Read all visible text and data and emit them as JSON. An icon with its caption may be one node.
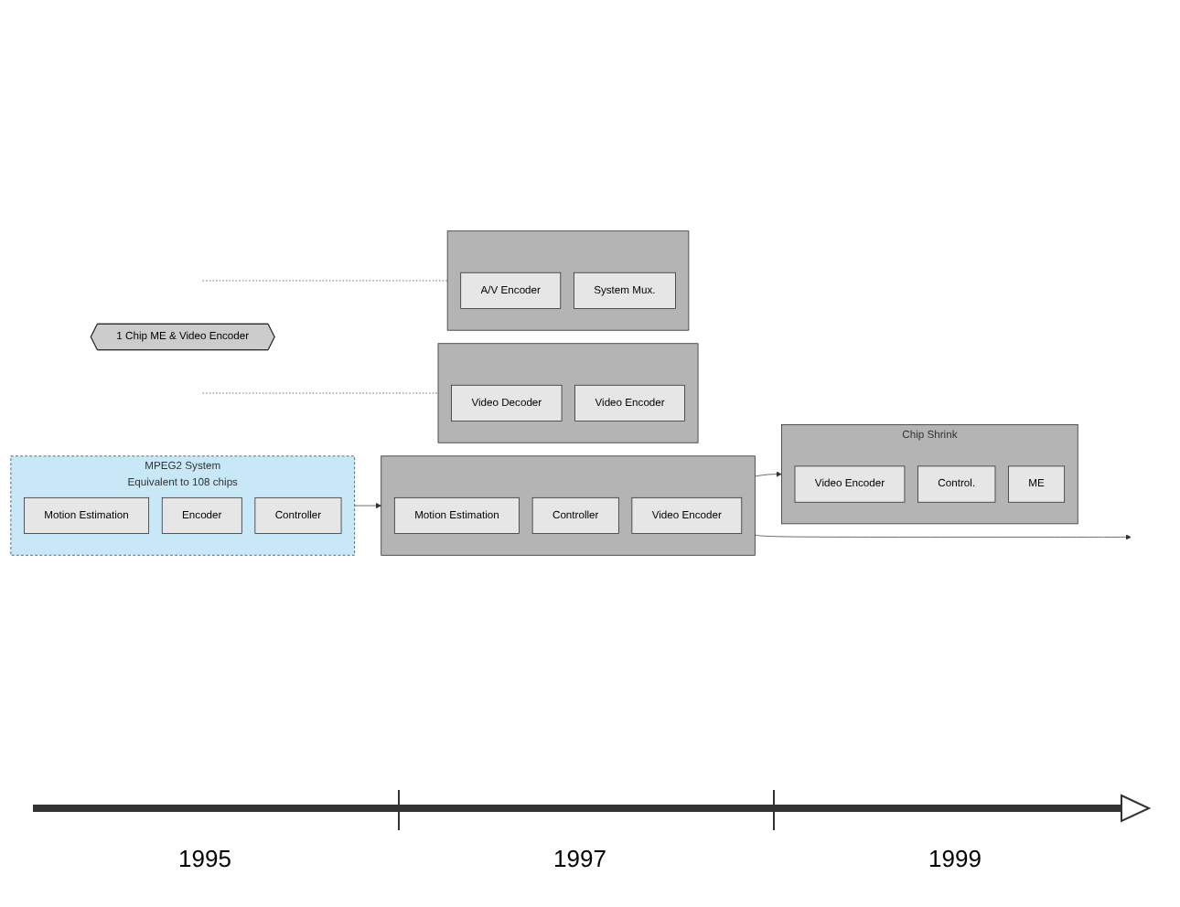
{
  "diagram": {
    "nodes": [
      {
        "text": [
          "MPEG2 System",
          "Equivalent to 108 chips"
        ]
      },
      {
        "text": [
          "Motion Estimation"
        ],
        "in": 0
      },
      {
        "text": [
          "Encoder"
        ],
        "in": 0
      },
      {
        "text": [
          "Controller"
        ],
        "in": 0
      },
      {
        "text": [
          "1 Chip ME & Video Encoder"
        ]
      },
      {
        "text": [],
        "shape": "box"
      },
      {
        "text": [
          "Motion Estimation"
        ],
        "in": 5
      },
      {
        "text": [
          "Controller"
        ],
        "in": 5
      },
      {
        "text": [
          "Video Encoder"
        ],
        "in": 5
      },
      {
        "text": [
          "Chip Shrink"
        ]
      },
      {
        "text": [
          "Video Encoder"
        ],
        "in": 9
      },
      {
        "text": [
          "Control."
        ],
        "in": 9
      },
      {
        "text": [
          "ME"
        ],
        "in": 9
      },
      {
        "text": [],
        "shape": "box"
      },
      {
        "text": [
          "Video Decoder"
        ],
        "in": 13
      },
      {
        "text": [
          "Video Encoder"
        ],
        "in": 13
      },
      {
        "text": [],
        "shape": "box"
      },
      {
        "text": [
          "A/V Encoder"
        ],
        "in": 16
      },
      {
        "text": [
          "System Mux."
        ],
        "in": 16
      }
    ],
    "edges": [
      {
        "from": 0,
        "to": 5,
        "arrow": "to"
      },
      {
        "from": 5,
        "to": 9,
        "arrow": "to"
      },
      {
        "from": 5,
        "to": null,
        "arrow": "to"
      },
      {
        "from": null,
        "to": 13,
        "arrow": "none",
        "style": "dashed"
      },
      {
        "from": null,
        "to": 16,
        "arrow": "none",
        "style": "dashed"
      }
    ],
    "labels": [
      "1995",
      "1997",
      "1999"
    ]
  }
}
